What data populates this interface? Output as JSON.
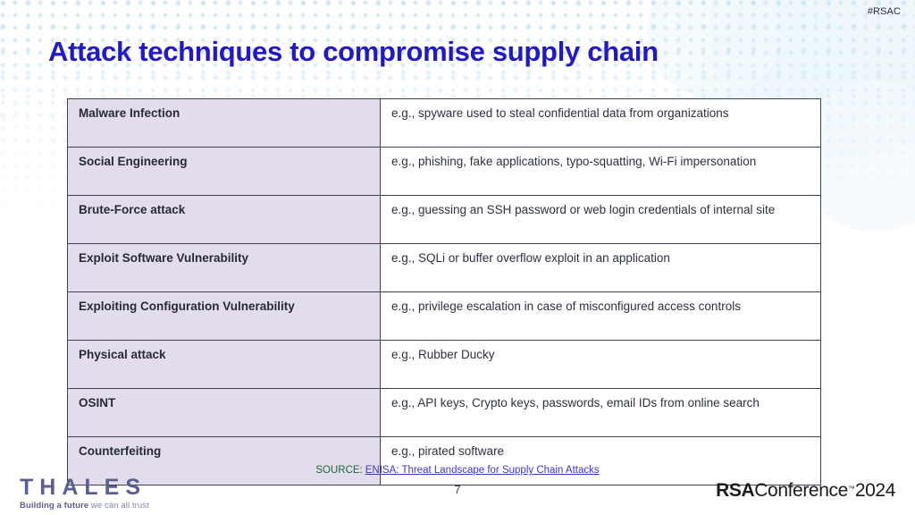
{
  "slide": {
    "hashtag": "#RSAC",
    "title": "Attack techniques to compromise supply chain",
    "page_number": "7",
    "title_color": "#2118c9",
    "row_fill_color": "#e3dced",
    "border_color": "#3d4152"
  },
  "table": {
    "rows": [
      {
        "technique": "Malware Infection",
        "example": "e.g., spyware used to steal confidential data from organizations"
      },
      {
        "technique": "Social Engineering",
        "example": "e.g., phishing, fake applications, typo-squatting, Wi-Fi impersonation"
      },
      {
        "technique": "Brute-Force attack",
        "example": "e.g., guessing an SSH password or web login credentials of internal site"
      },
      {
        "technique": "Exploit Software Vulnerability",
        "example": "e.g., SQLi or buffer overflow exploit in an application"
      },
      {
        "technique": "Exploiting Configuration Vulnerability",
        "example": "e.g., privilege escalation in case of misconfigured access controls"
      },
      {
        "technique": "Physical attack",
        "example": "e.g., Rubber Ducky"
      },
      {
        "technique": "OSINT",
        "example": "e.g., API keys, Crypto keys, passwords, email IDs from online search"
      },
      {
        "technique": "Counterfeiting",
        "example": "e.g., pirated software"
      }
    ]
  },
  "source": {
    "label": "SOURCE:",
    "link_text": "ENISA: Threat Landscape for Supply Chain Attacks",
    "label_color": "#1d6b3f",
    "link_color": "#3b38c4"
  },
  "thales_logo": {
    "wordmark": "THALES",
    "tagline_strong": "Building a future",
    "tagline_light": "we can all trust",
    "color": "#5a5f93"
  },
  "rsa_logo": {
    "rsa": "RSA",
    "conference": "Conference",
    "trademark": "™",
    "year": "2024"
  }
}
